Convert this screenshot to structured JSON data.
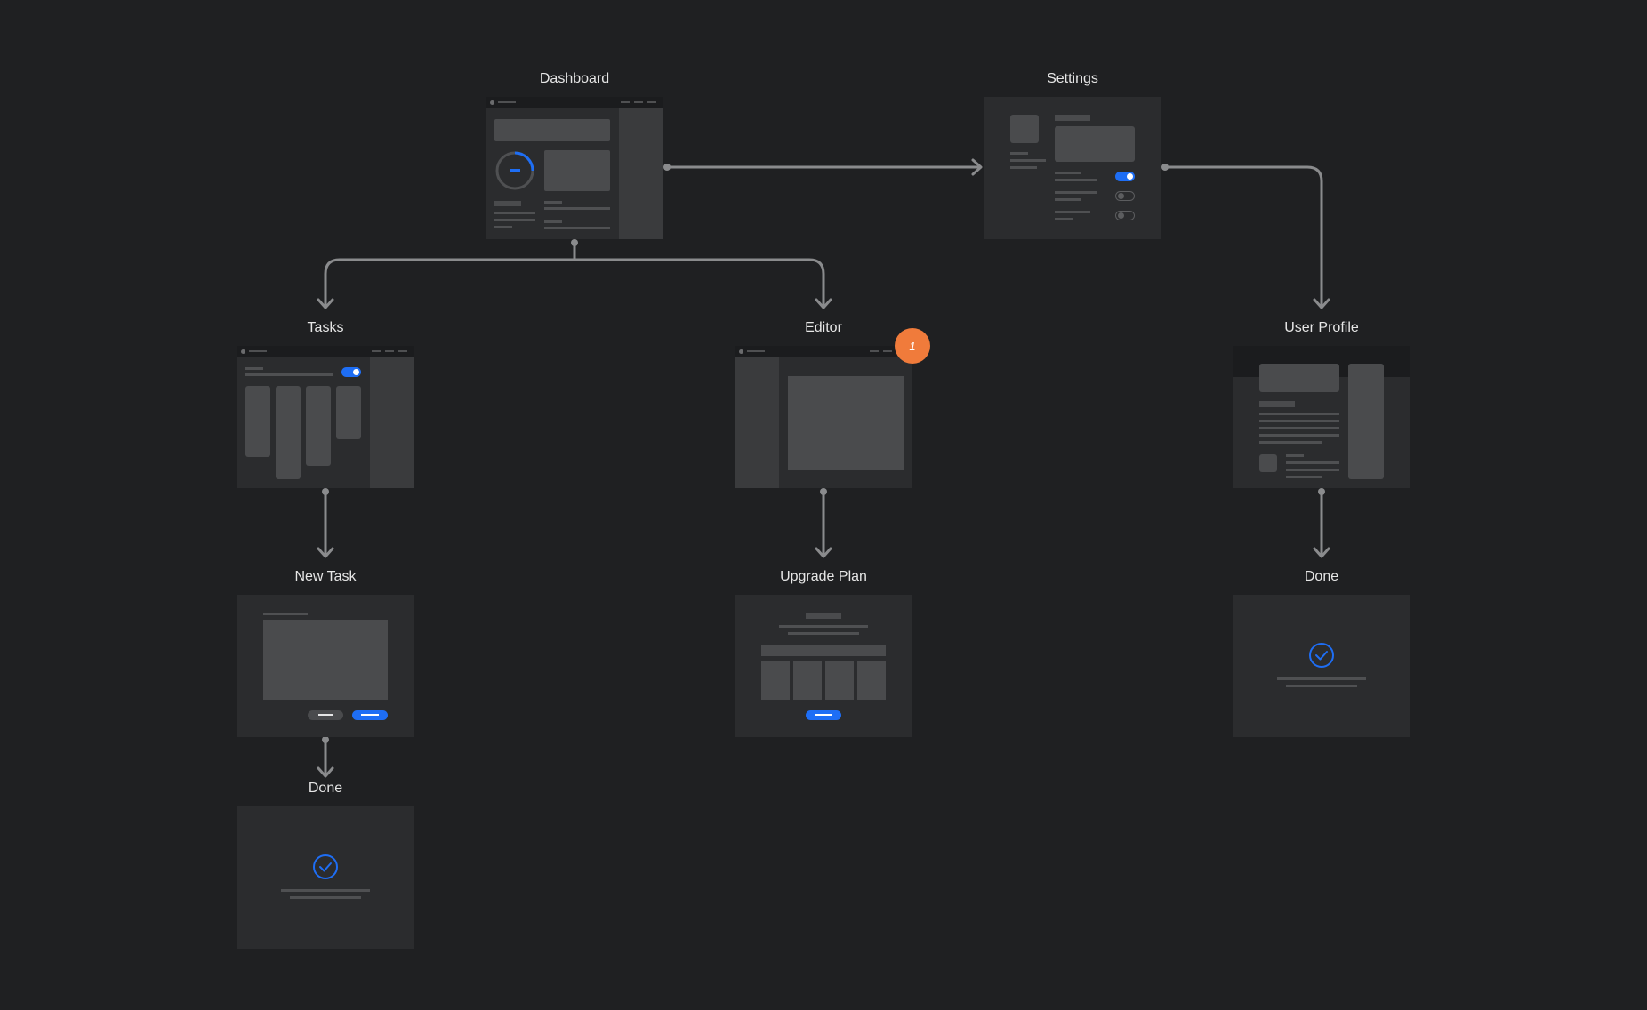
{
  "nodes": {
    "dashboard": "Dashboard",
    "settings": "Settings",
    "tasks": "Tasks",
    "editor": "Editor",
    "user_profile": "User Profile",
    "new_task": "New Task",
    "upgrade_plan": "Upgrade Plan",
    "done_profile": "Done",
    "done_task": "Done"
  },
  "editor_badge": "1",
  "colors": {
    "background": "#1f2022",
    "card": "#2b2c2e",
    "accent": "#1e6ef5",
    "badge": "#f07b3b",
    "connector": "#8a8b8d"
  }
}
